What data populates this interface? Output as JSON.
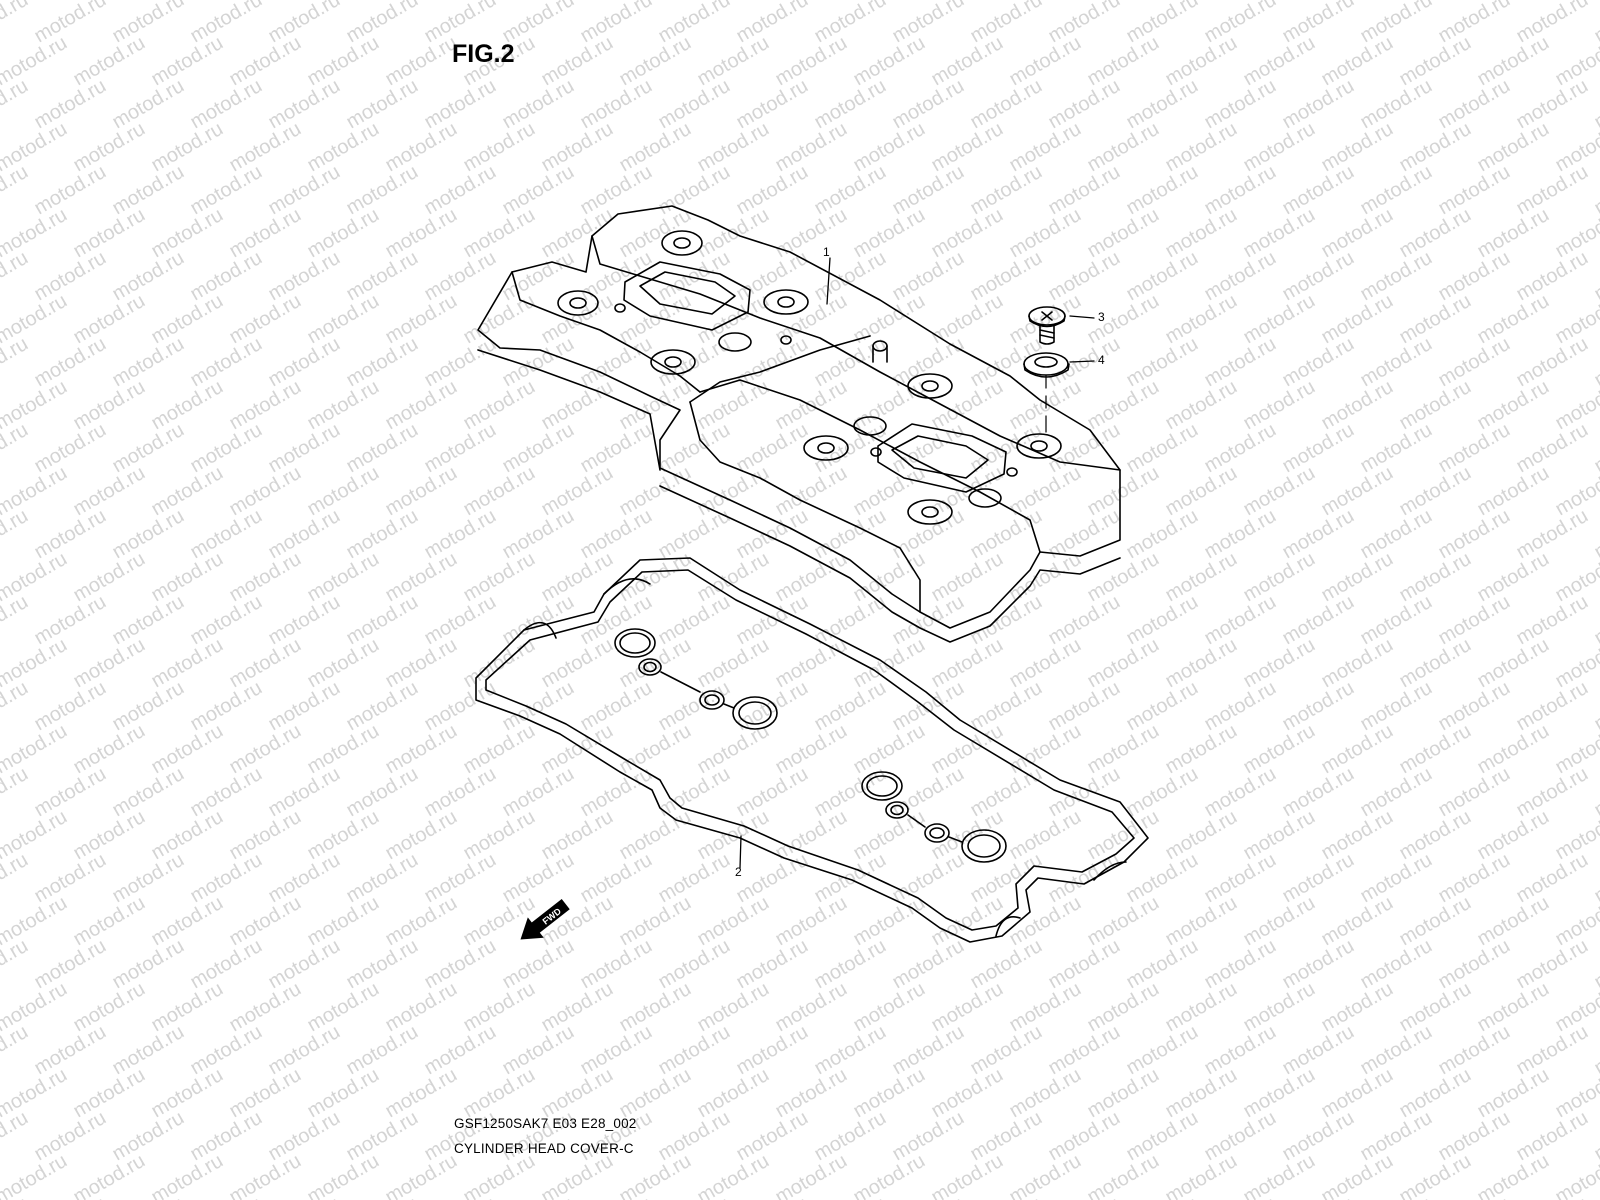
{
  "figure": {
    "title": "FIG.2"
  },
  "callouts": [
    {
      "number": "1",
      "part": "cylinder-head-cover"
    },
    {
      "number": "2",
      "part": "cover-gasket"
    },
    {
      "number": "3",
      "part": "bolt"
    },
    {
      "number": "4",
      "part": "washer"
    }
  ],
  "direction_marker": {
    "label": "FWD"
  },
  "watermark": {
    "text": "motod.ru",
    "color": "#d4d4d4"
  },
  "footer": {
    "code": "GSF1250SAK7 E03 E28_002",
    "caption": "CYLINDER HEAD COVER-C"
  }
}
